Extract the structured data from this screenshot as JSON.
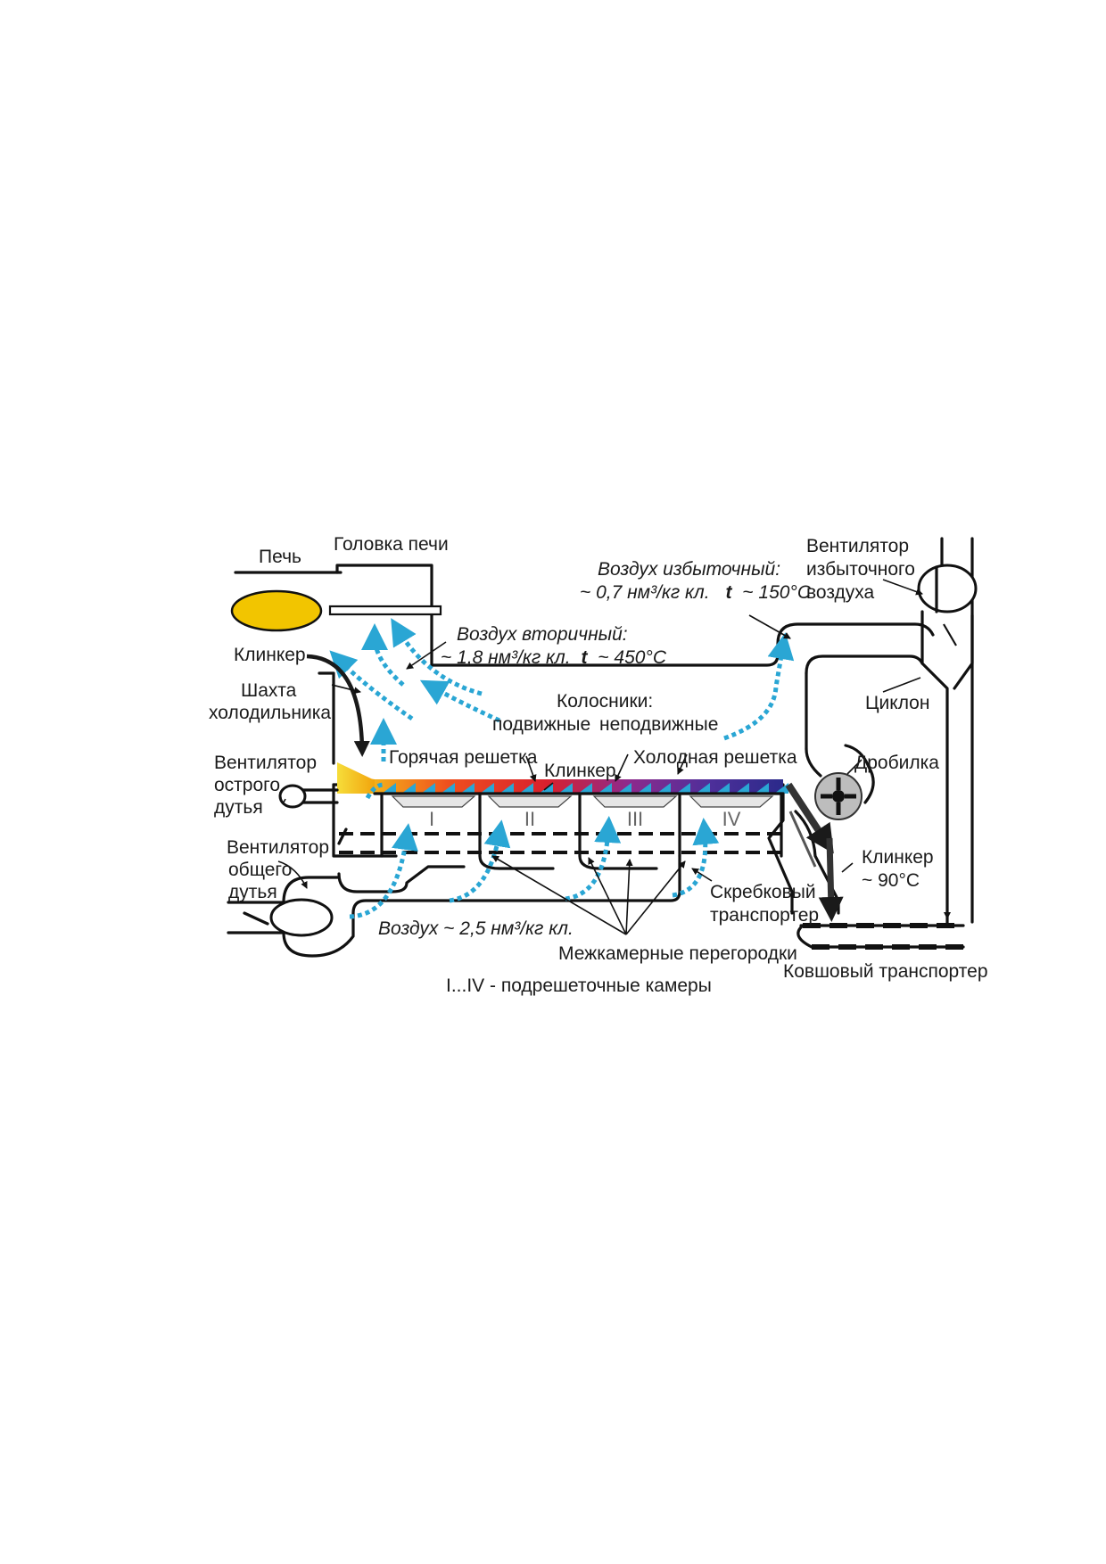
{
  "labels": {
    "kiln": "Печь",
    "kiln_head": "Головка печи",
    "clinker_in": "Клинкер",
    "shaft_1": "Шахта",
    "shaft_2": "холодильника",
    "fan_sharp_1": "Вентилятор",
    "fan_sharp_2": "острого",
    "fan_sharp_3": "дутья",
    "fan_general_1": "Вентилятор",
    "fan_general_2": "общего",
    "fan_general_3": "дутья",
    "secondary_air_1": "Воздух вторичный:",
    "secondary_air_2": "~ 1,8 нм³/кг кл.",
    "secondary_air_t": "t",
    "secondary_air_temp": "~ 450°С",
    "excess_air_1": "Воздух избыточный:",
    "excess_air_2": "~ 0,7 нм³/кг кл.",
    "excess_air_t": "t",
    "excess_air_temp": "~ 150°С",
    "excess_fan_1": "Вентилятор",
    "excess_fan_2": "избыточного",
    "excess_fan_3": "воздуха",
    "cyclone": "Циклон",
    "grates_title": "Колосники:",
    "grates_moving": "подвижные",
    "grates_fixed": "неподвижные",
    "hot_grate": "Горячая решетка",
    "cold_grate": "Холодная решетка",
    "clinker_mid": "Клинкер",
    "crusher": "Дробилка",
    "clinker_out_1": "Клинкер",
    "clinker_out_2": "~ 90°С",
    "scraper_1": "Скребковый",
    "scraper_2": "транспортер",
    "air_bottom": "Воздух  ~ 2,5 нм³/кг кл.",
    "partitions": "Межкамерные перегородки",
    "bucket_conveyor": "Ковшовый транспортер",
    "chambers_note": "I...IV - подрешеточные камеры",
    "chamber_1": "I",
    "chamber_2": "II",
    "chamber_3": "III",
    "chamber_4": "IV"
  },
  "colors": {
    "flame": "#f2c500",
    "air_flow": "#2aa6d4",
    "clinker_hot": "#e8221c",
    "clinker_cold": "#2b2a8a"
  }
}
